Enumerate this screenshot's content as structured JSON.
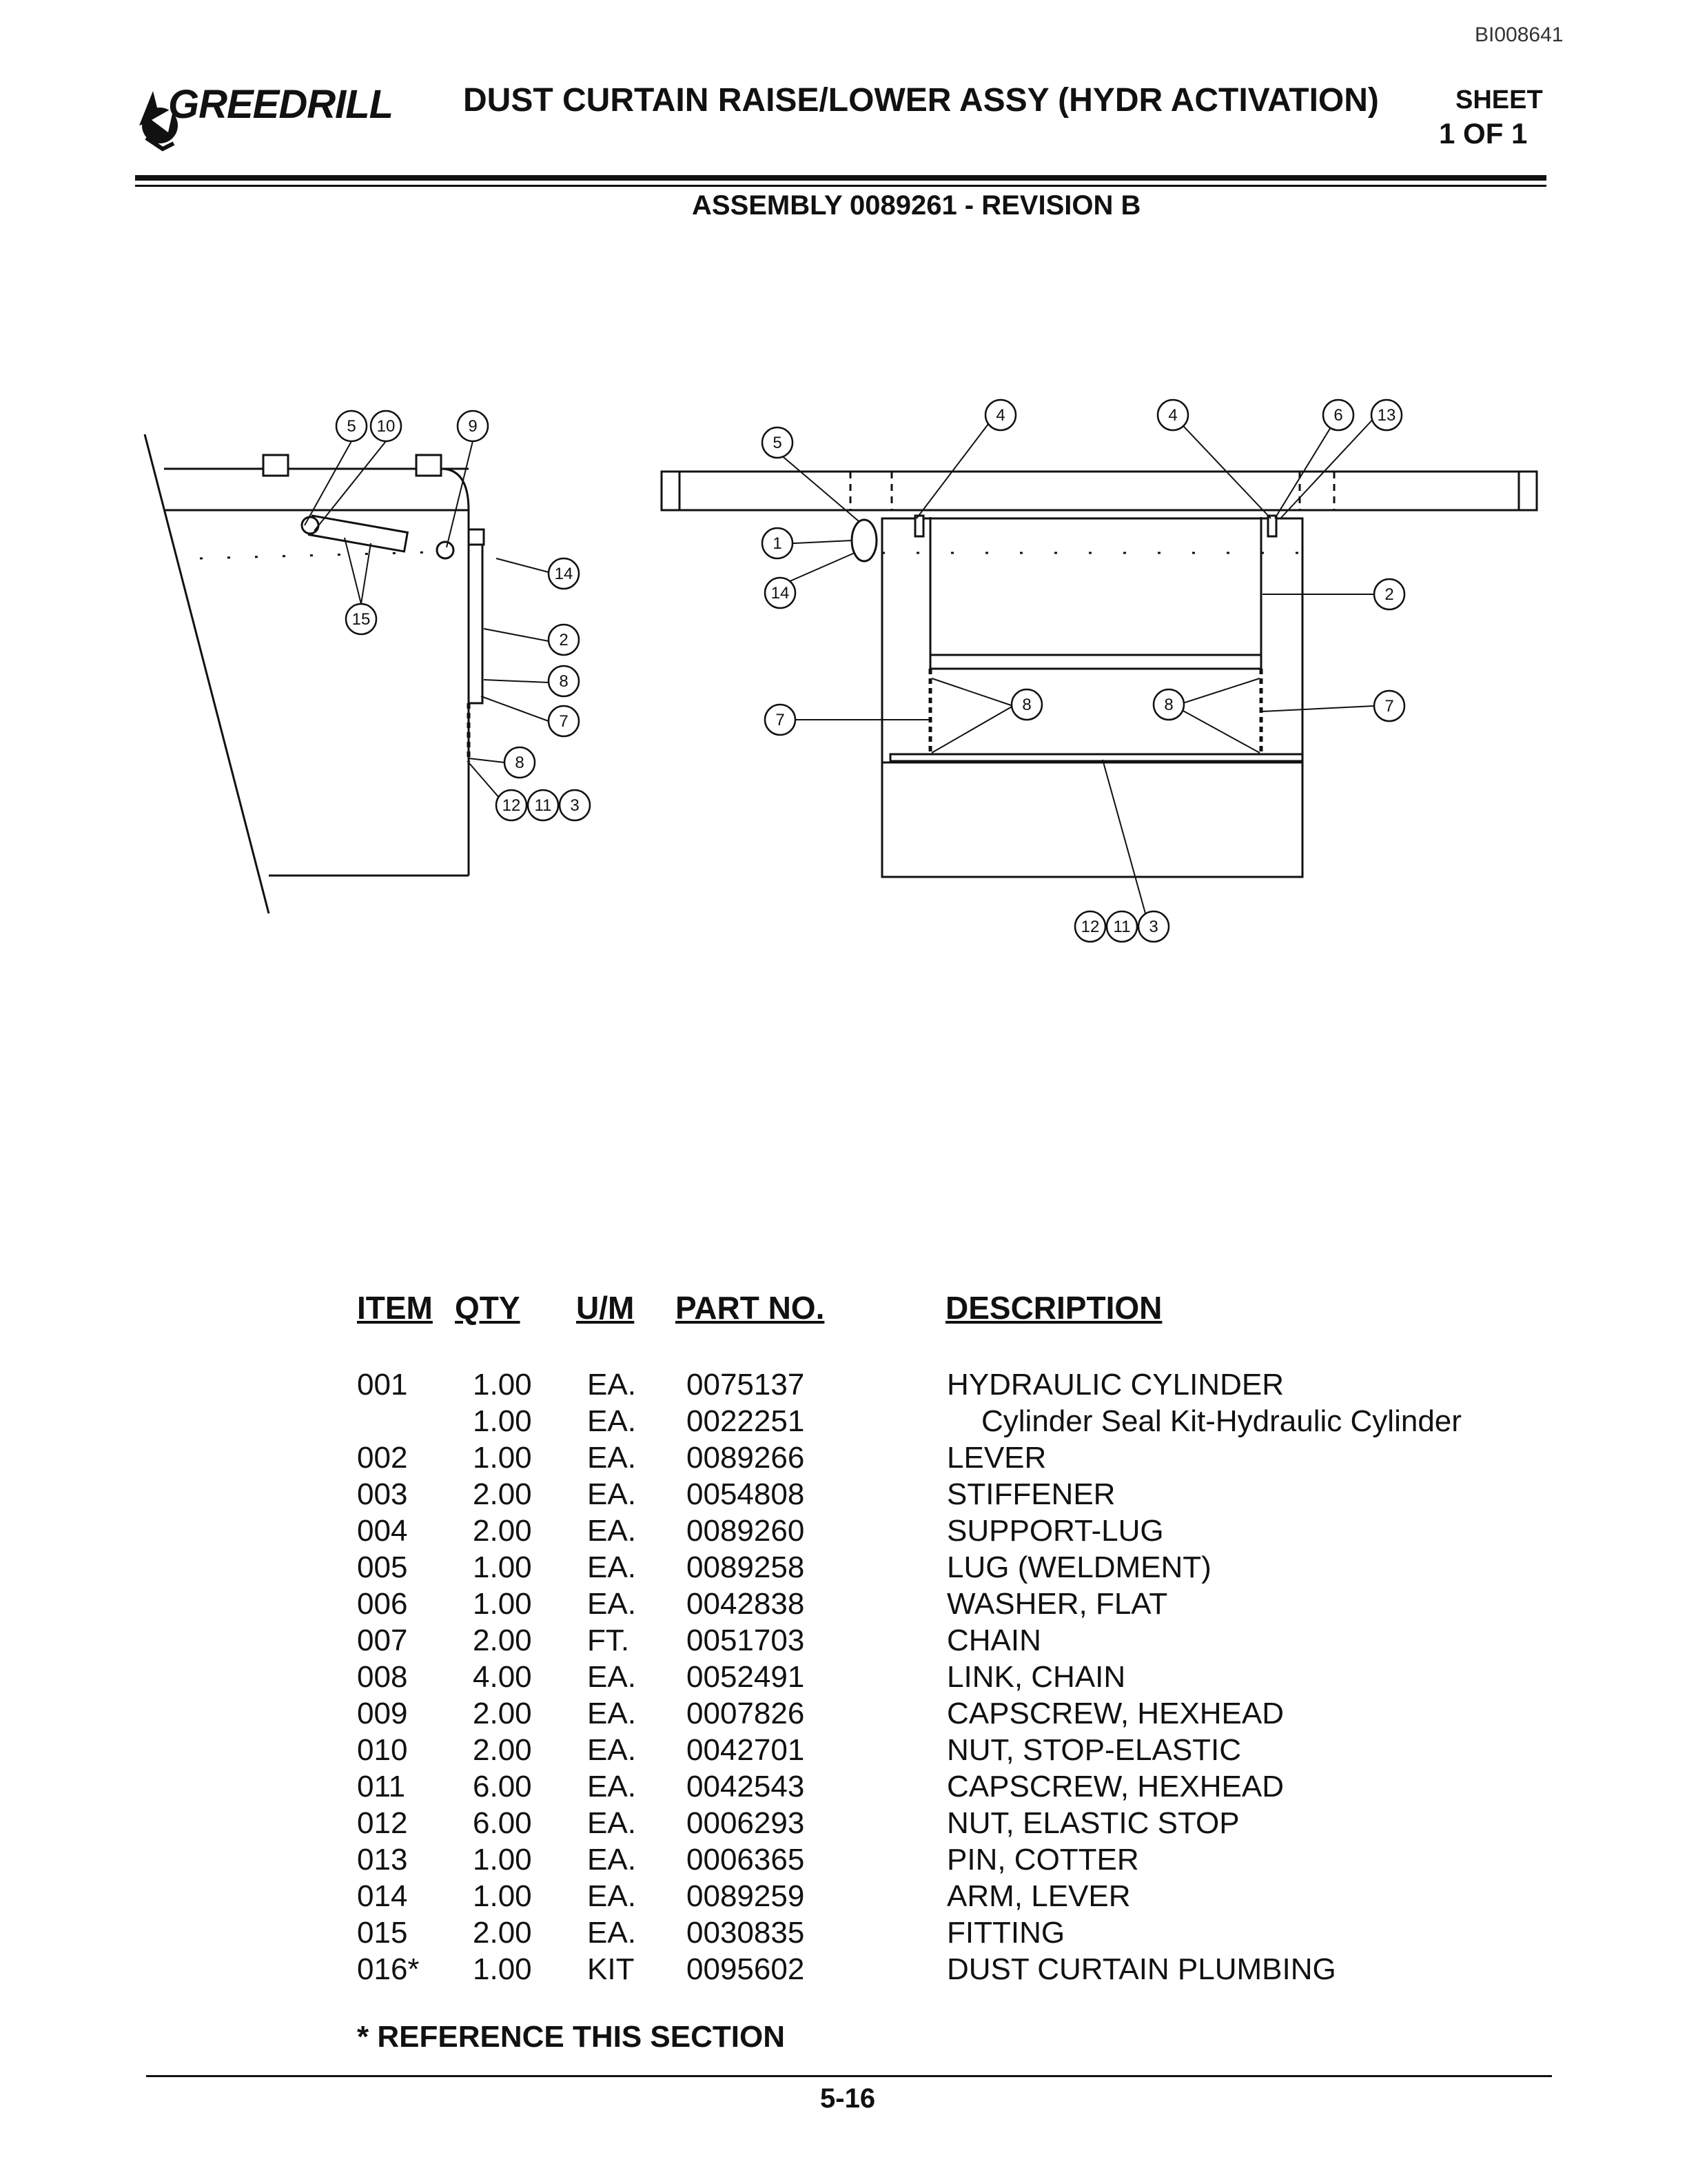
{
  "header": {
    "doc_id": "BI008641",
    "brand": "GREEDRILL",
    "title": "DUST CURTAIN RAISE/LOWER ASSY (HYDR ACTIVATION)",
    "sheet_label": "SHEET",
    "sheet_number": "1 OF 1",
    "assembly": "ASSEMBLY 0089261 - REVISION B"
  },
  "callouts": {
    "c1": "1",
    "c2": "2",
    "c3": "3",
    "c4": "4",
    "c5": "5",
    "c6": "6",
    "c7": "7",
    "c8": "8",
    "c9": "9",
    "c10": "10",
    "c11": "11",
    "c12": "12",
    "c13": "13",
    "c14": "14",
    "c15": "15"
  },
  "parts_table": {
    "headers": {
      "item": "ITEM",
      "qty": "QTY",
      "um": "U/M",
      "part": "PART NO.",
      "description": "DESCRIPTION"
    },
    "rows": [
      {
        "item": "001",
        "qty": "1.00",
        "um": "EA.",
        "part": "0075137",
        "description": "HYDRAULIC CYLINDER"
      },
      {
        "item": "",
        "qty": "1.00",
        "um": "EA.",
        "part": "0022251",
        "description": "Cylinder Seal Kit-Hydraulic Cylinder"
      },
      {
        "item": "002",
        "qty": "1.00",
        "um": "EA.",
        "part": "0089266",
        "description": "LEVER"
      },
      {
        "item": "003",
        "qty": "2.00",
        "um": "EA.",
        "part": "0054808",
        "description": "STIFFENER"
      },
      {
        "item": "004",
        "qty": "2.00",
        "um": "EA.",
        "part": "0089260",
        "description": "SUPPORT-LUG"
      },
      {
        "item": "005",
        "qty": "1.00",
        "um": "EA.",
        "part": "0089258",
        "description": "LUG (WELDMENT)"
      },
      {
        "item": "006",
        "qty": "1.00",
        "um": "EA.",
        "part": "0042838",
        "description": "WASHER, FLAT"
      },
      {
        "item": "007",
        "qty": "2.00",
        "um": "FT.",
        "part": "0051703",
        "description": "CHAIN"
      },
      {
        "item": "008",
        "qty": "4.00",
        "um": "EA.",
        "part": "0052491",
        "description": "LINK, CHAIN"
      },
      {
        "item": "009",
        "qty": "2.00",
        "um": "EA.",
        "part": "0007826",
        "description": "CAPSCREW, HEXHEAD"
      },
      {
        "item": "010",
        "qty": "2.00",
        "um": "EA.",
        "part": "0042701",
        "description": "NUT, STOP-ELASTIC"
      },
      {
        "item": "011",
        "qty": "6.00",
        "um": "EA.",
        "part": "0042543",
        "description": "CAPSCREW, HEXHEAD"
      },
      {
        "item": "012",
        "qty": "6.00",
        "um": "EA.",
        "part": "0006293",
        "description": "NUT, ELASTIC STOP"
      },
      {
        "item": "013",
        "qty": "1.00",
        "um": "EA.",
        "part": "0006365",
        "description": "PIN, COTTER"
      },
      {
        "item": "014",
        "qty": "1.00",
        "um": "EA.",
        "part": "0089259",
        "description": "ARM, LEVER"
      },
      {
        "item": "015",
        "qty": "2.00",
        "um": "EA.",
        "part": "0030835",
        "description": "FITTING"
      },
      {
        "item": "016*",
        "qty": "1.00",
        "um": "KIT",
        "part": "0095602",
        "description": "DUST CURTAIN PLUMBING"
      }
    ]
  },
  "footnote": "* REFERENCE THIS SECTION",
  "page_number": "5-16"
}
